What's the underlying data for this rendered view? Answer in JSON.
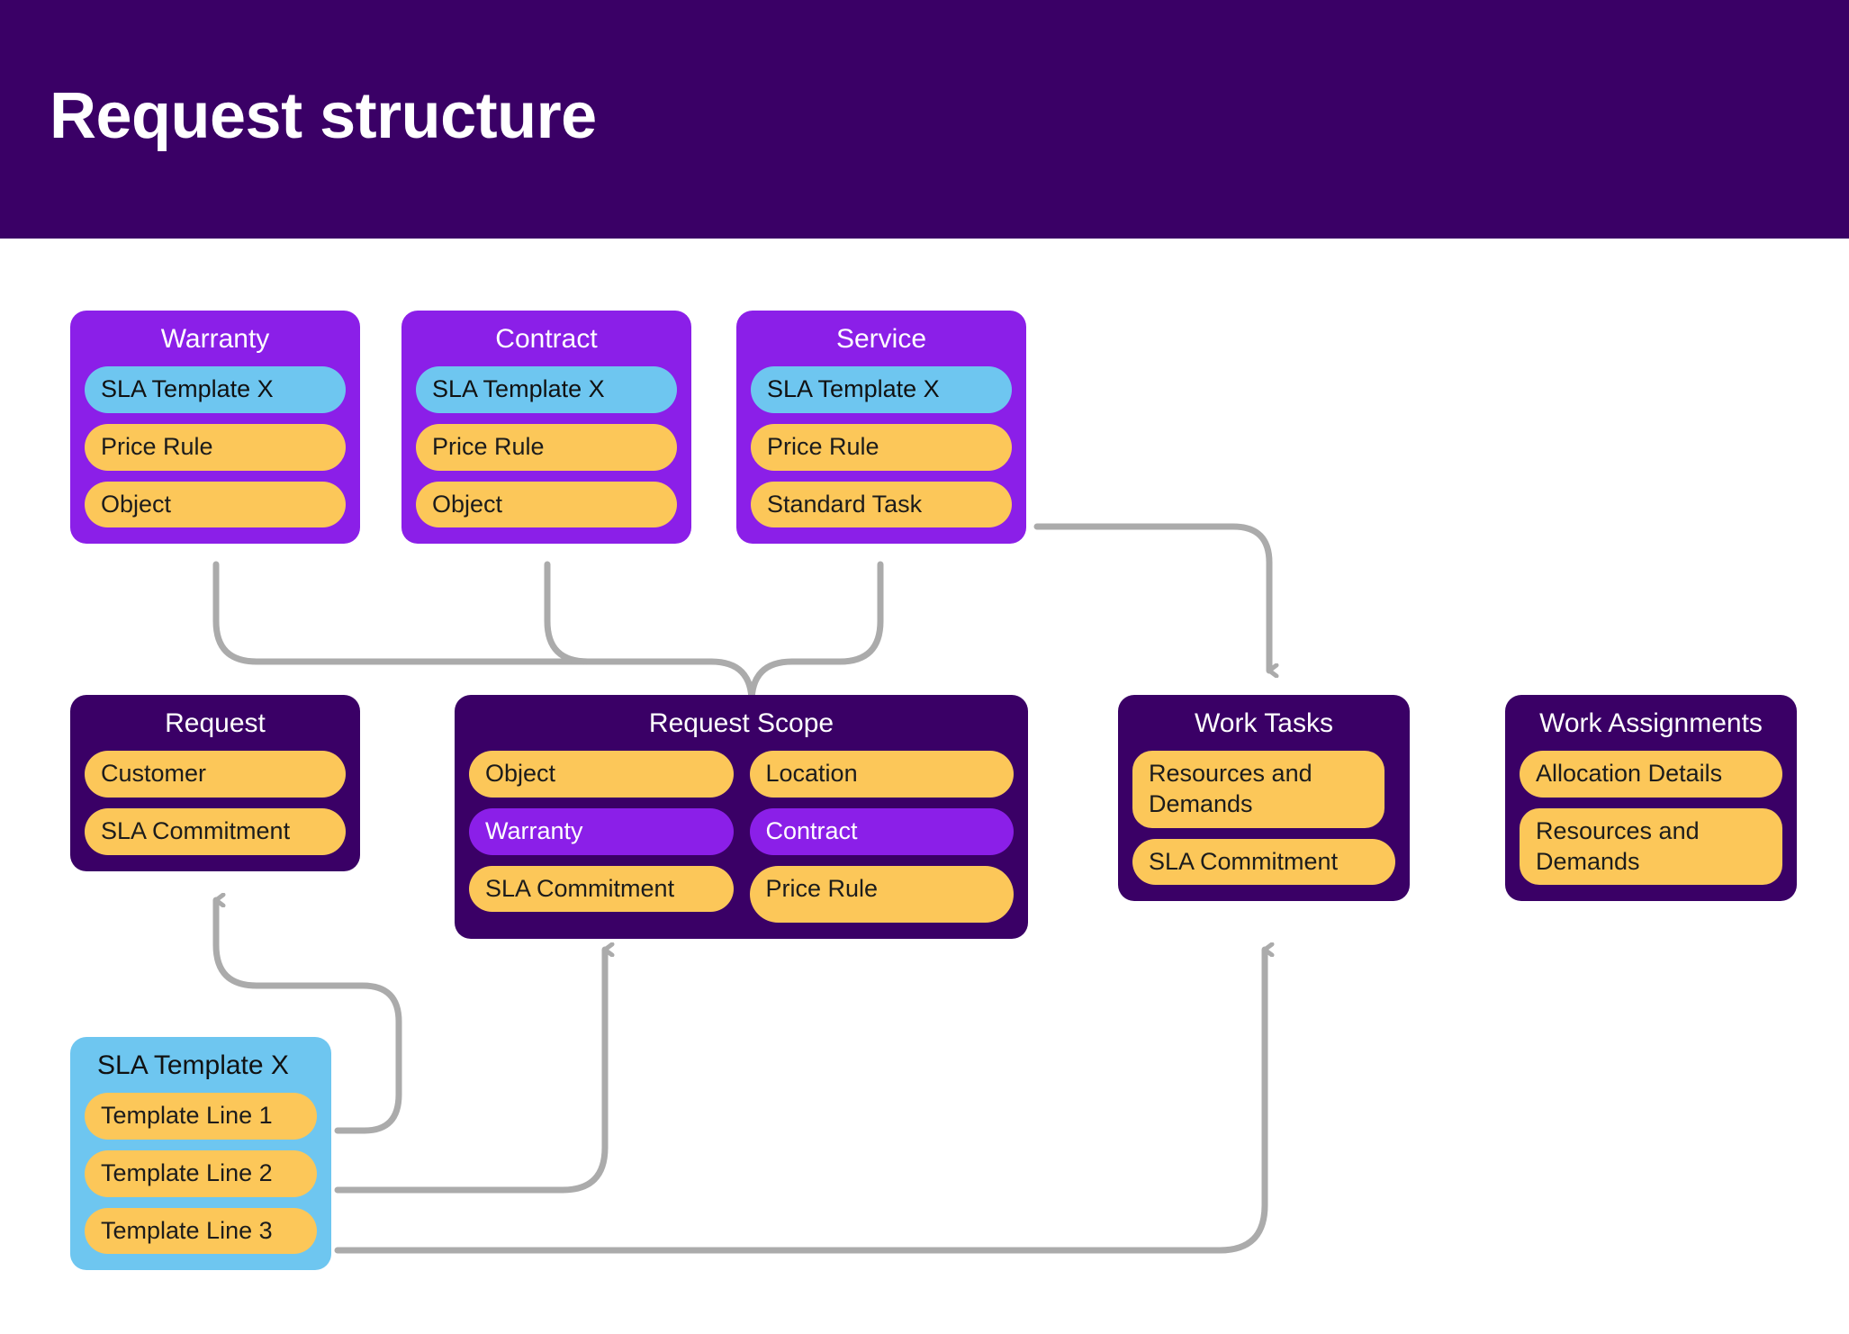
{
  "header": {
    "title": "Request structure",
    "background": "#3A0066",
    "text_color": "#ffffff"
  },
  "palette": {
    "purple": "#8B1FE8",
    "dark_purple": "#3A0066",
    "orange": "#FCC759",
    "blue": "#6EC6F0",
    "connector": "#ABABAB",
    "page_background": "#ffffff"
  },
  "cards": {
    "warranty": {
      "title": "Warranty",
      "items": [
        {
          "label": "SLA Template X",
          "style": "blue"
        },
        {
          "label": "Price Rule",
          "style": "orange"
        },
        {
          "label": "Object",
          "style": "orange"
        }
      ]
    },
    "contract": {
      "title": "Contract",
      "items": [
        {
          "label": "SLA Template X",
          "style": "blue"
        },
        {
          "label": "Price Rule",
          "style": "orange"
        },
        {
          "label": "Object",
          "style": "orange"
        }
      ]
    },
    "service": {
      "title": "Service",
      "items": [
        {
          "label": "SLA Template X",
          "style": "blue"
        },
        {
          "label": "Price Rule",
          "style": "orange"
        },
        {
          "label": "Standard Task",
          "style": "orange"
        }
      ]
    },
    "request": {
      "title": "Request",
      "items": [
        {
          "label": "Customer",
          "style": "orange"
        },
        {
          "label": "SLA Commitment",
          "style": "orange"
        }
      ]
    },
    "request_scope": {
      "title": "Request Scope",
      "items": [
        {
          "label": "Object",
          "style": "orange"
        },
        {
          "label": "Location",
          "style": "orange"
        },
        {
          "label": "Warranty",
          "style": "purple"
        },
        {
          "label": "Contract",
          "style": "purple"
        },
        {
          "label": "SLA Commitment",
          "style": "orange"
        },
        {
          "label": "Price Rule",
          "style": "orange"
        }
      ]
    },
    "work_tasks": {
      "title": "Work Tasks",
      "items": [
        {
          "label": "Resources and Demands",
          "style": "orange",
          "wrap": true
        },
        {
          "label": "SLA Commitment",
          "style": "orange"
        }
      ]
    },
    "work_assignments": {
      "title": "Work Assignments",
      "items": [
        {
          "label": "Allocation Details",
          "style": "orange"
        },
        {
          "label": "Resources and Demands",
          "style": "orange",
          "wrap": true
        }
      ]
    },
    "sla_template": {
      "title": "SLA Template X",
      "items": [
        {
          "label": "Template Line 1",
          "style": "orange"
        },
        {
          "label": "Template Line 2",
          "style": "orange"
        },
        {
          "label": "Template Line 3",
          "style": "orange"
        }
      ]
    }
  },
  "connections": [
    {
      "from": "warranty",
      "to": "request-scope"
    },
    {
      "from": "contract",
      "to": "request-scope"
    },
    {
      "from": "service",
      "to": "request-scope"
    },
    {
      "from": "service-standard-task",
      "to": "work-tasks"
    },
    {
      "from": "template-line-1",
      "to": "request-sla-commitment"
    },
    {
      "from": "template-line-2",
      "to": "request-scope-sla-commitment"
    },
    {
      "from": "template-line-3",
      "to": "work-tasks-sla-commitment"
    }
  ]
}
